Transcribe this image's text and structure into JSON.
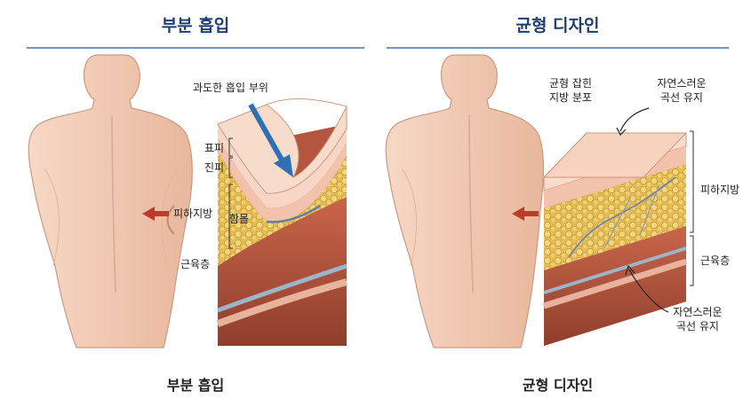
{
  "left": {
    "title": "부분 흡입",
    "caption": "부분 흡입",
    "labels": {
      "excess": "과도한 흡입 부위",
      "epidermis": "표피",
      "dermis": "진피",
      "subcut_fat": "피하지방",
      "dent": "함몰",
      "muscle": "근육층"
    }
  },
  "right": {
    "title": "균형 디자인",
    "caption": "균형 디자인",
    "labels": {
      "balanced_fat_l1": "균형 잡힌",
      "balanced_fat_l2": "지방 분포",
      "curve_top_l1": "자연스러운",
      "curve_top_l2": "곡선 유지",
      "subcut_fat": "피하지방",
      "muscle": "근육층",
      "curve_bottom_l1": "자연스러운",
      "curve_bottom_l2": "곡선 유지"
    }
  },
  "colors": {
    "title": "#1f3f6e",
    "rule": "#7d93b5",
    "skin": "#f3cdb8",
    "fat": "#ecc86a",
    "muscle": "#b3553f",
    "left_arrow": "#2f6fb3",
    "side_arrow": "#c0392b"
  }
}
